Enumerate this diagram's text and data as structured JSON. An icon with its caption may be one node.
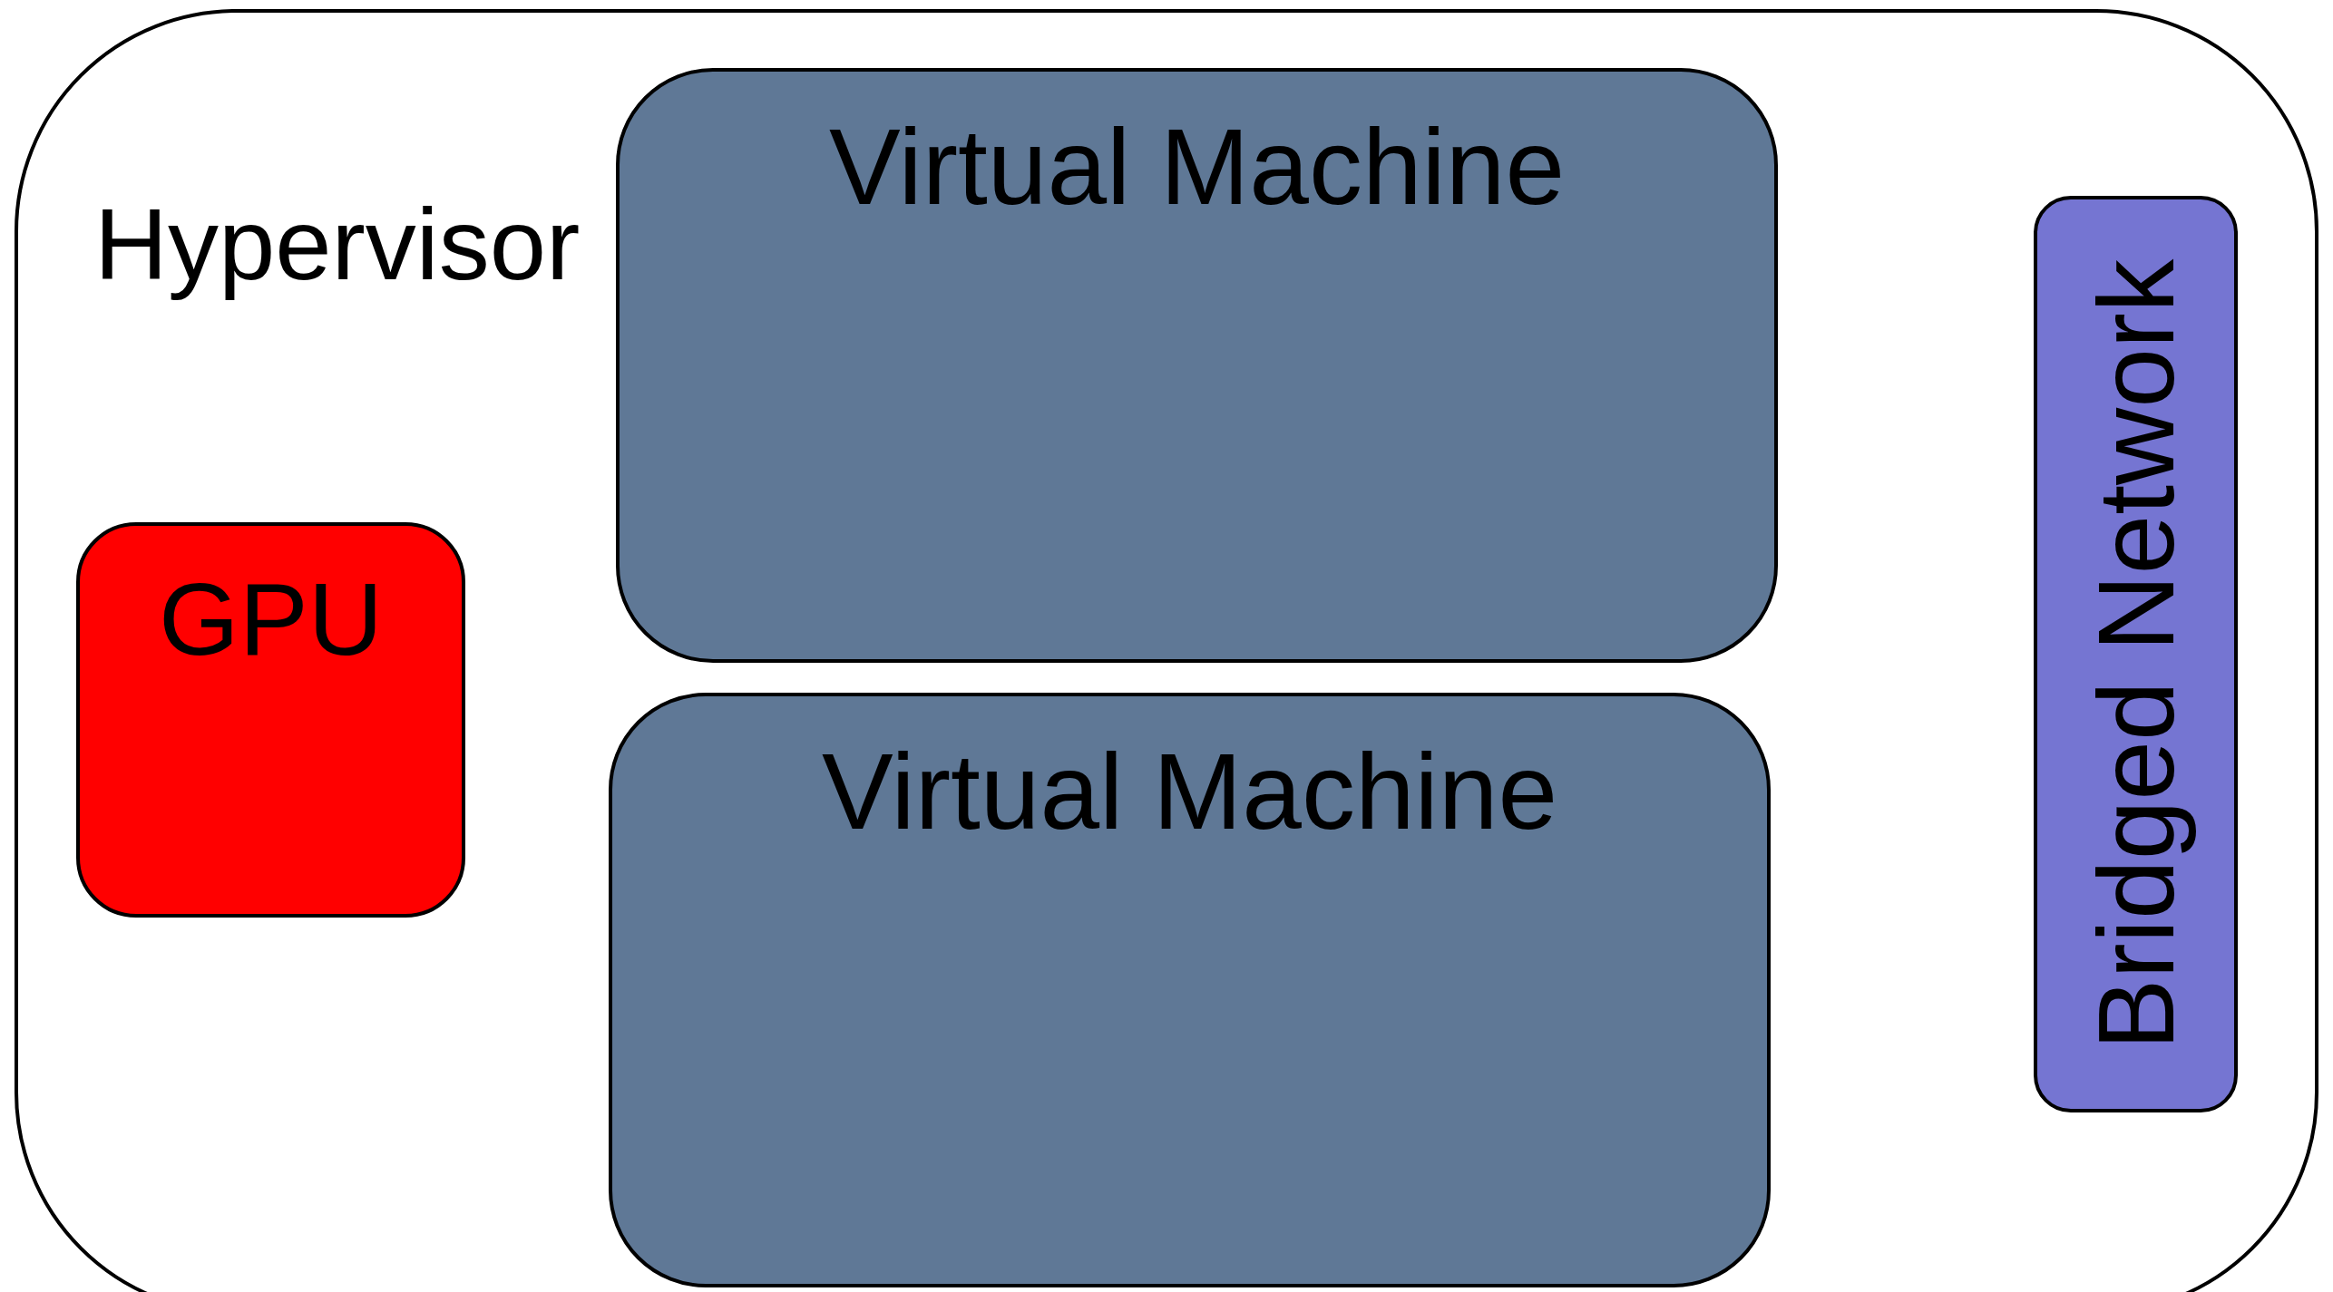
{
  "diagram": {
    "nodes": [
      {
        "text": [
          "Hypervisor"
        ]
      },
      {
        "text": [
          "Virtual Machine"
        ],
        "in": 0
      },
      {
        "text": [
          "Virtual Machine"
        ],
        "in": 0
      },
      {
        "text": [
          "GPU"
        ],
        "in": 0
      },
      {
        "text": [
          "Bridged Network"
        ],
        "in": 0
      }
    ]
  }
}
